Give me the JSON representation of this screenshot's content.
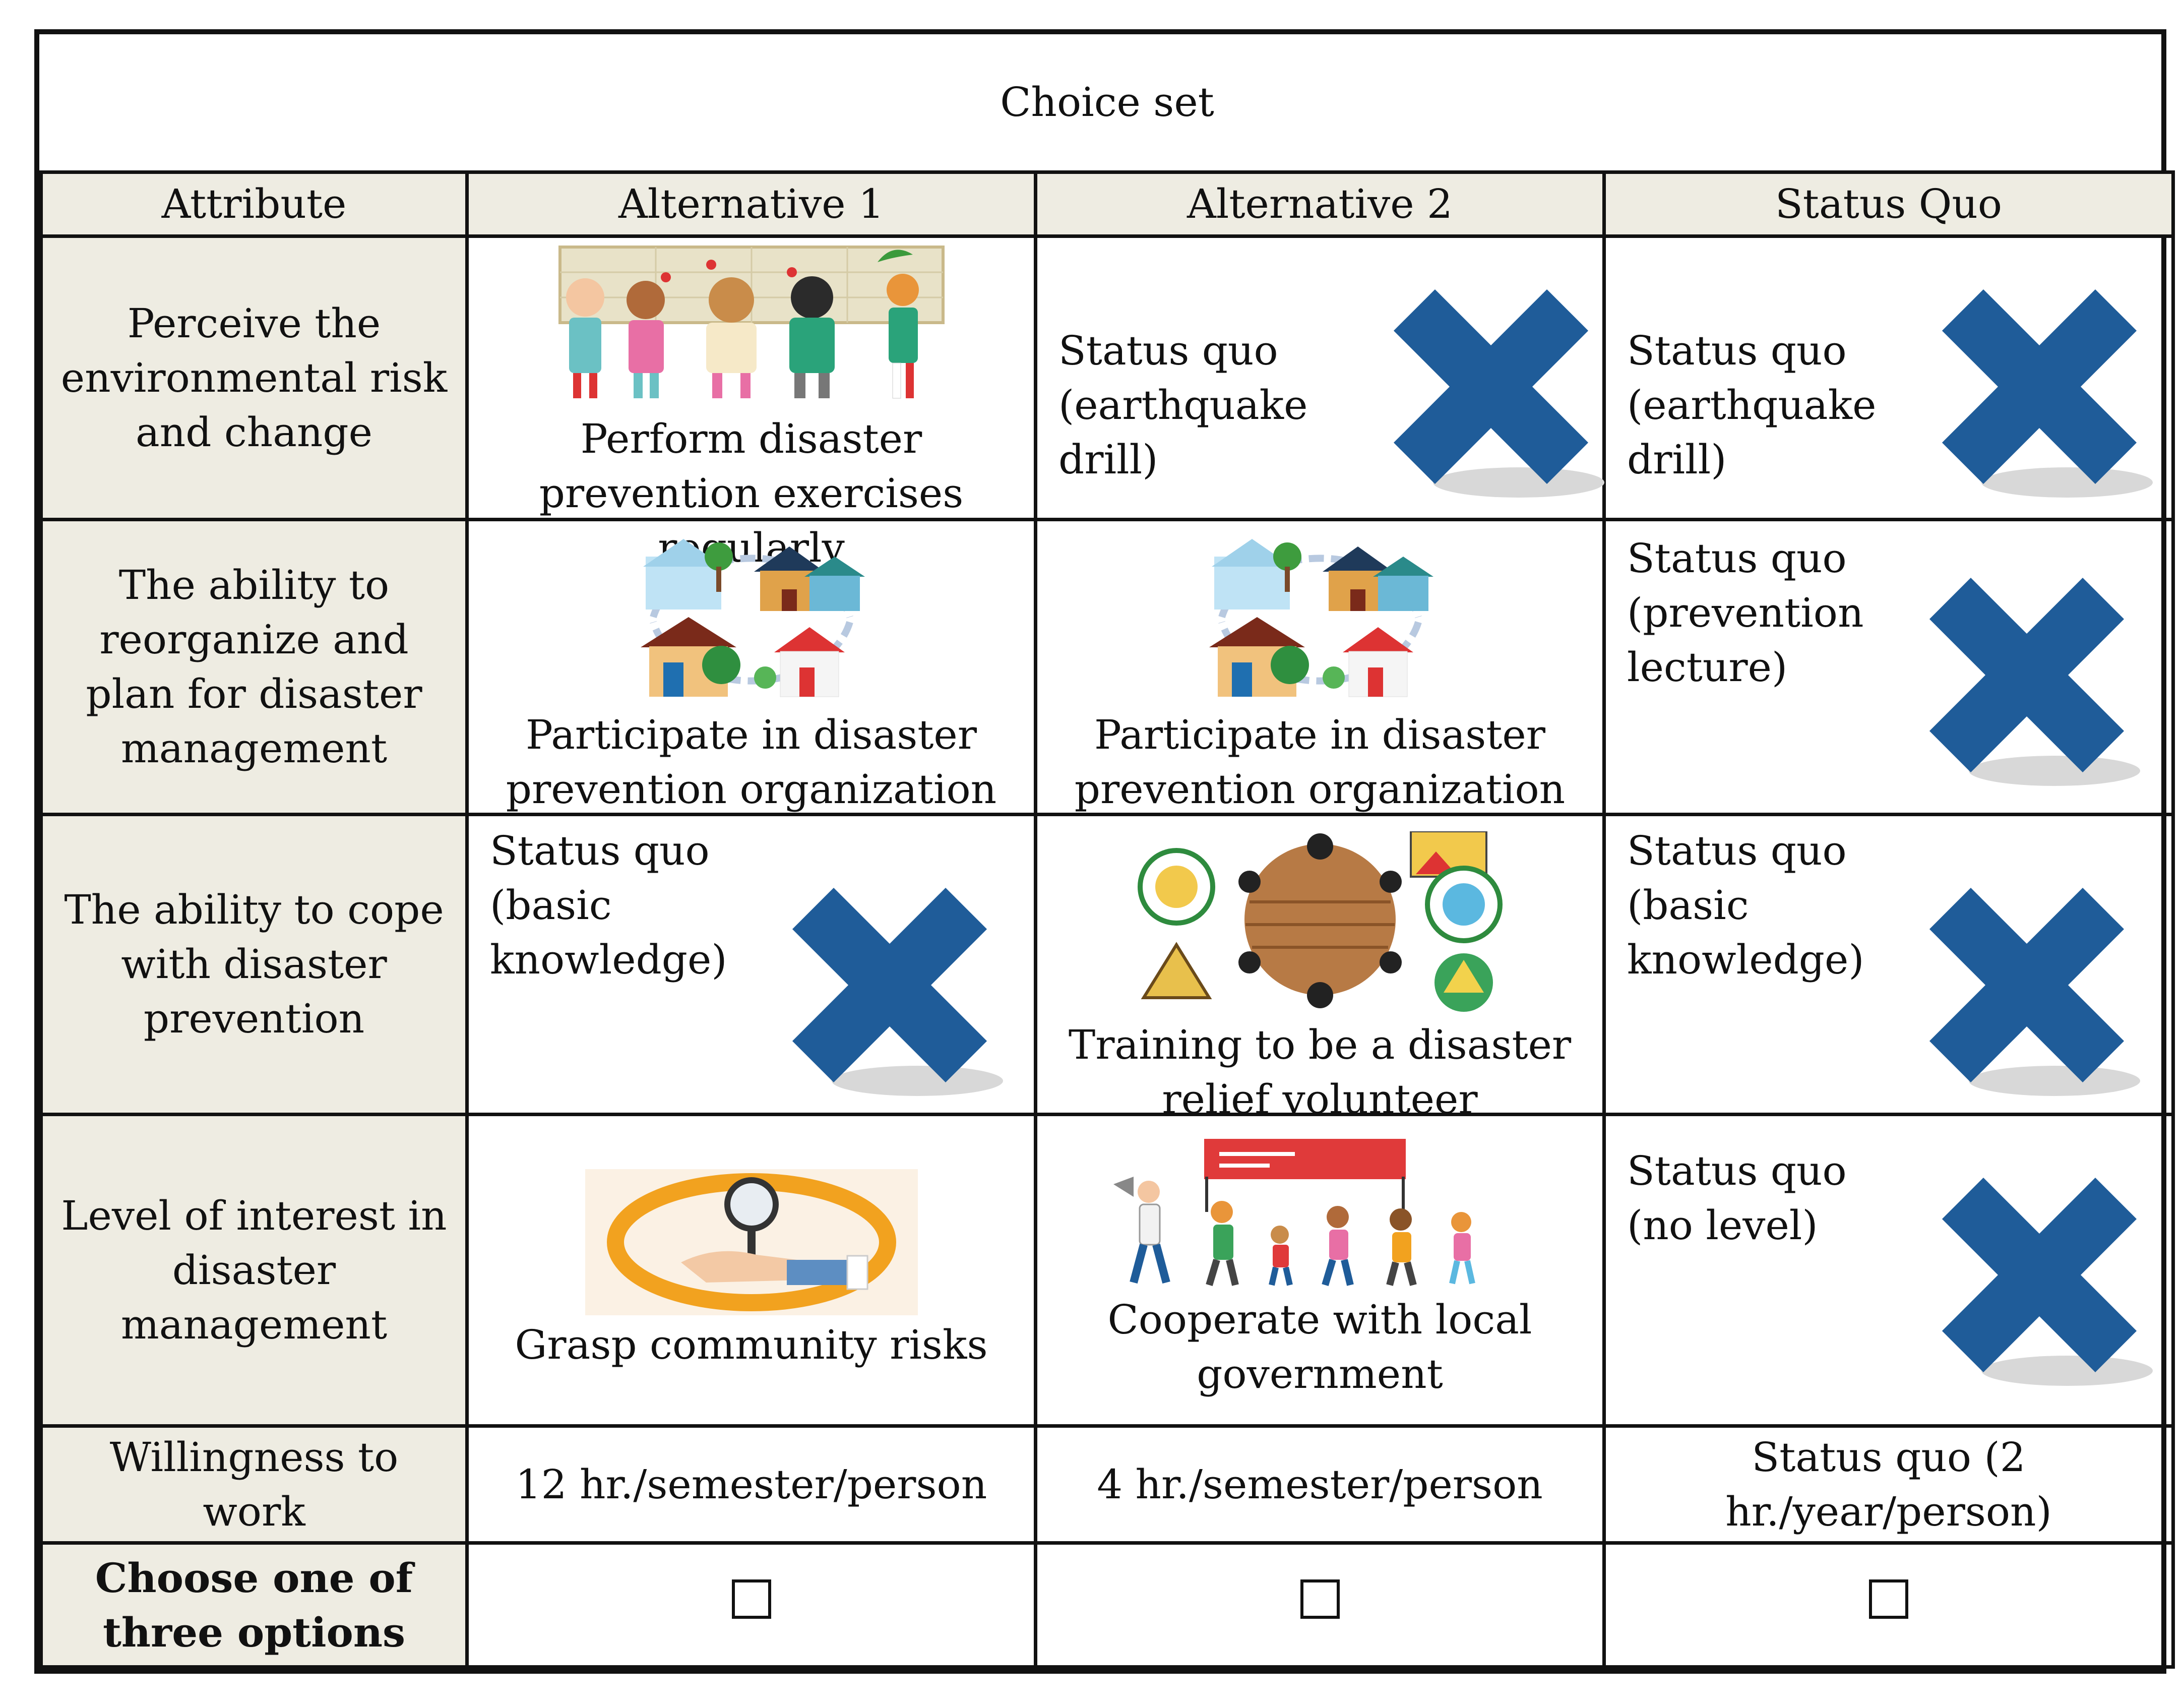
{
  "caption": "Choice set",
  "headers": [
    "Attribute",
    "Alternative 1",
    "Alternative 2",
    "Status Quo"
  ],
  "rows": [
    {
      "attribute": "Perceive the environmental risk and change",
      "alt1": "Perform disaster prevention exercises regularly",
      "alt1_icon": "disaster-drill-illustration",
      "alt2": "Status quo (earthquake drill)",
      "status_quo": "Status quo (earthquake drill)"
    },
    {
      "attribute": "The ability to reorganize and plan for disaster management",
      "alt1": "Participate in disaster prevention organization",
      "alt1_icon": "community-houses-illustration",
      "alt2": "Participate in disaster prevention organization",
      "alt2_icon": "community-houses-illustration",
      "status_quo": "Status quo (prevention lecture)"
    },
    {
      "attribute": "The ability to cope with disaster prevention",
      "alt1": "Status quo (basic knowledge)",
      "alt2": "Training to be a disaster relief volunteer",
      "alt2_icon": "volunteer-roundtable-illustration",
      "status_quo": "Status quo (basic knowledge)"
    },
    {
      "attribute": "Level of interest in disaster management",
      "alt1": "Grasp community risks",
      "alt1_icon": "magnifier-hand-illustration",
      "alt2": "Cooperate with local government",
      "alt2_icon": "people-marching-banner-illustration",
      "status_quo": "Status quo (no level)"
    },
    {
      "attribute": "Willingness to work",
      "alt1": "12 hr./semester/person",
      "alt2": "4 hr./semester/person",
      "status_quo": "Status quo (2 hr./year/person)"
    },
    {
      "attribute": "Choose one of three options",
      "alt1": "☐",
      "alt2": "☐",
      "status_quo": "☐"
    }
  ],
  "not_chosen_icon": "blue-x-icon",
  "colors": {
    "attribute_bg": "#eeece2",
    "x_blue": "#1f5c99",
    "border": "#111111"
  }
}
